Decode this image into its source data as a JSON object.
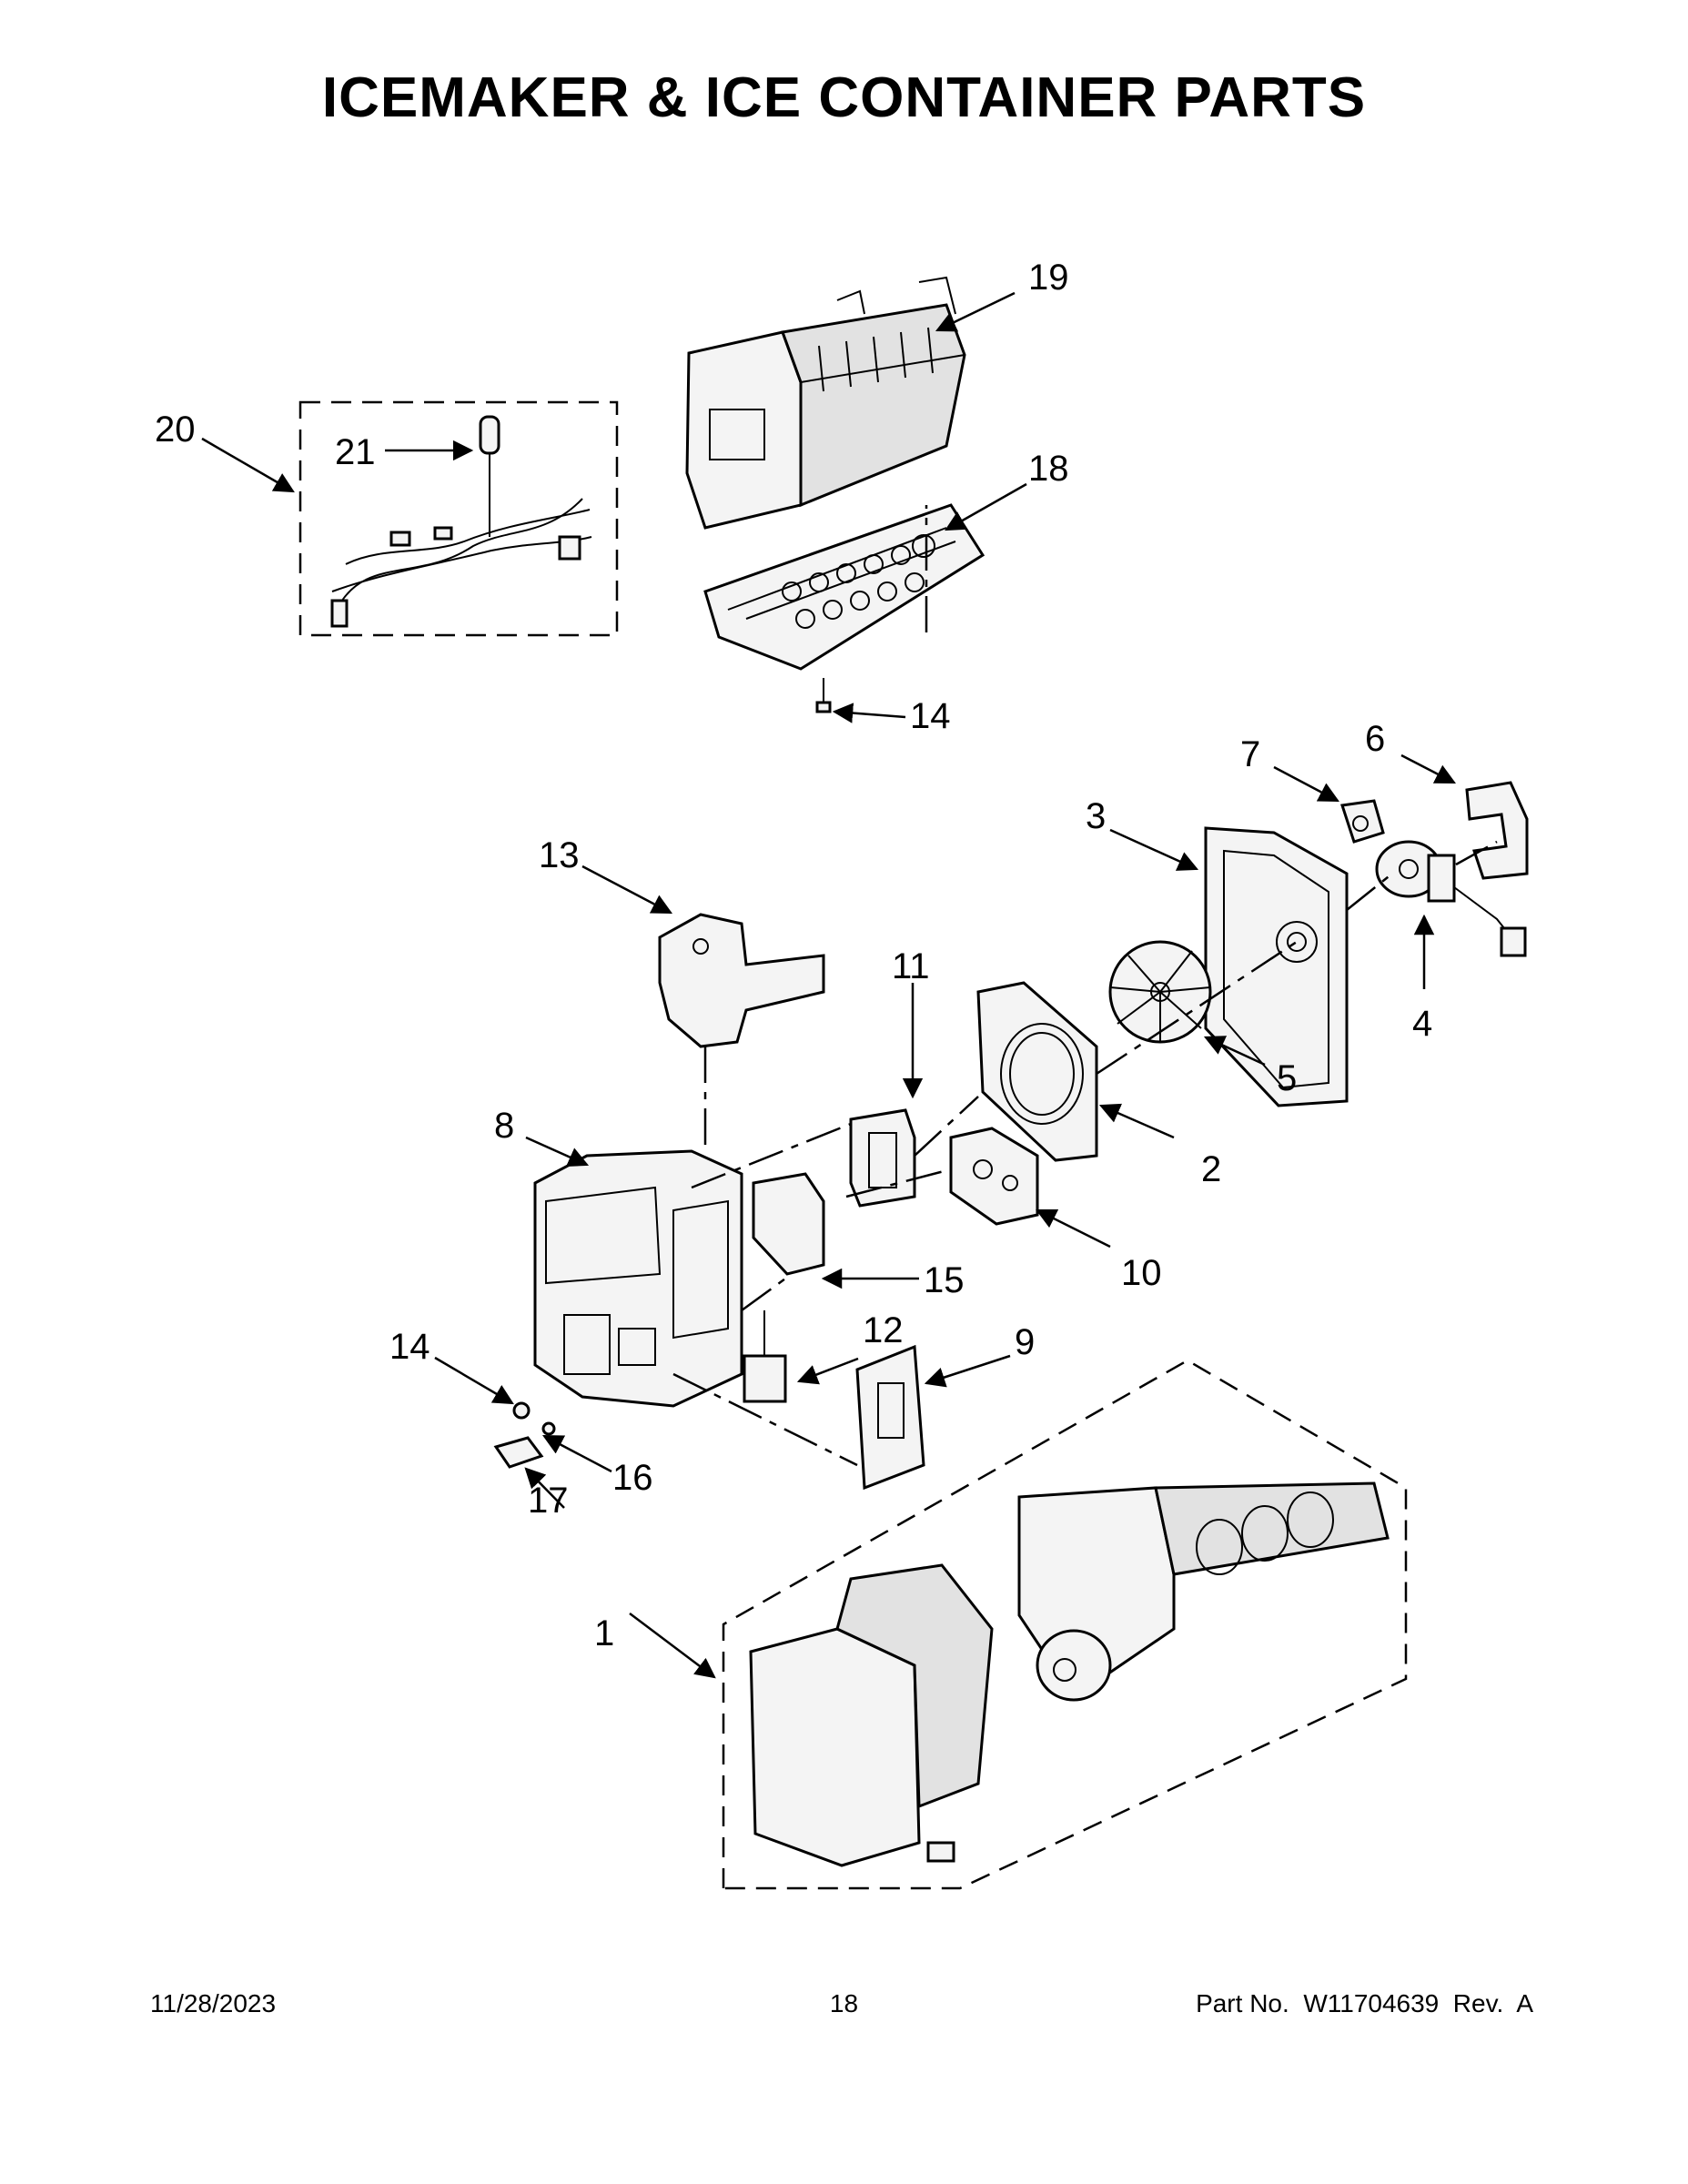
{
  "title": "ICEMAKER & ICE CONTAINER PARTS",
  "callouts": [
    {
      "id": "c1",
      "label": "1"
    },
    {
      "id": "c2",
      "label": "2"
    },
    {
      "id": "c3",
      "label": "3"
    },
    {
      "id": "c4",
      "label": "4"
    },
    {
      "id": "c5",
      "label": "5"
    },
    {
      "id": "c6",
      "label": "6"
    },
    {
      "id": "c7",
      "label": "7"
    },
    {
      "id": "c8",
      "label": "8"
    },
    {
      "id": "c9",
      "label": "9"
    },
    {
      "id": "c10",
      "label": "10"
    },
    {
      "id": "c11",
      "label": "11"
    },
    {
      "id": "c12",
      "label": "12"
    },
    {
      "id": "c13",
      "label": "13"
    },
    {
      "id": "c14a",
      "label": "14"
    },
    {
      "id": "c14b",
      "label": "14"
    },
    {
      "id": "c15",
      "label": "15"
    },
    {
      "id": "c16",
      "label": "16"
    },
    {
      "id": "c17",
      "label": "17"
    },
    {
      "id": "c18",
      "label": "18"
    },
    {
      "id": "c19",
      "label": "19"
    },
    {
      "id": "c20",
      "label": "20"
    },
    {
      "id": "c21",
      "label": "21"
    }
  ],
  "footer": {
    "date": "11/28/2023",
    "page": "18",
    "part_no": "Part No.  W11704639  Rev.  A"
  }
}
